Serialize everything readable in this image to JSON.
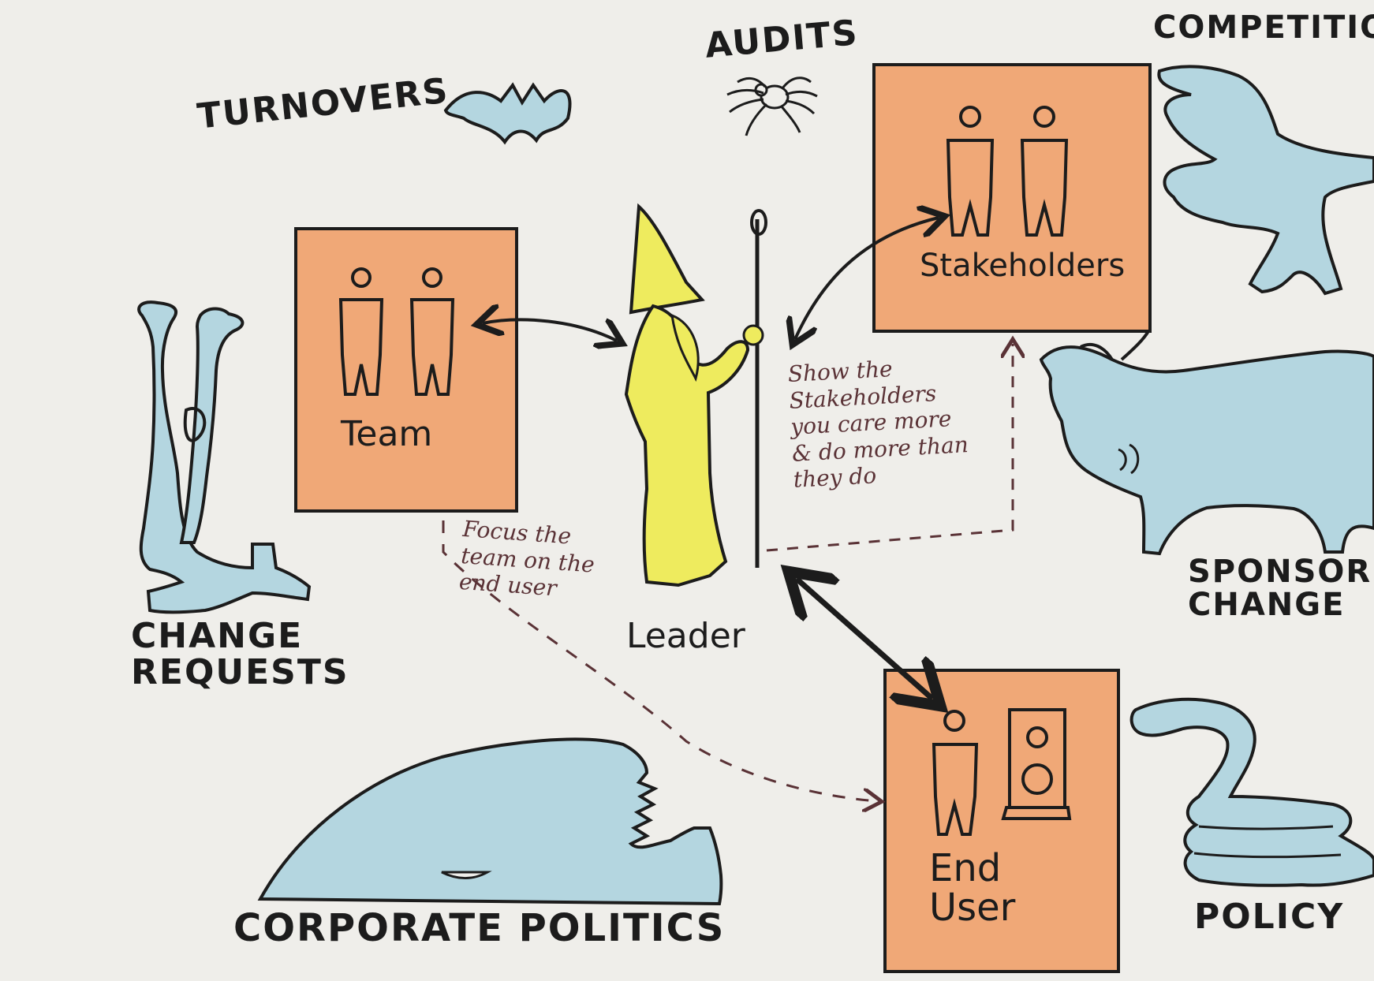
{
  "colors": {
    "paper": "#efeeea",
    "orange_box": "#f0a877",
    "threat_blue": "#b4d6e0",
    "wizard_yellow": "#eeeb5e",
    "ink": "#1c1c1c",
    "note_ink": "#5a3236"
  },
  "threats": {
    "turnovers": "TURNOVERS",
    "audits": "AUDITS",
    "competition": "COMPETITIO",
    "change_requests": "CHANGE\nREQUESTS",
    "sponsor_change": "SPONSOR\nCHANGE",
    "corporate_politics": "CORPORATE POLITICS",
    "policy": "POLICY"
  },
  "boxes": {
    "team": "Team",
    "stakeholders": "Stakeholders",
    "end_user": "End\nUser"
  },
  "leader": {
    "label": "Leader"
  },
  "notes": {
    "focus": "Focus the\nteam on the\nend user",
    "show": "Show the\nStakeholders\nyou care more\n& do more than\nthey do"
  },
  "icons": {
    "turnovers": "bat-icon",
    "audits": "spider-icon",
    "competition": "bear-icon",
    "sponsor_change": "bull-icon",
    "change_requests": "snake-monster-icon",
    "corporate_politics": "whale-shark-icon",
    "policy": "coiled-snake-icon",
    "leader": "wizard-icon"
  }
}
